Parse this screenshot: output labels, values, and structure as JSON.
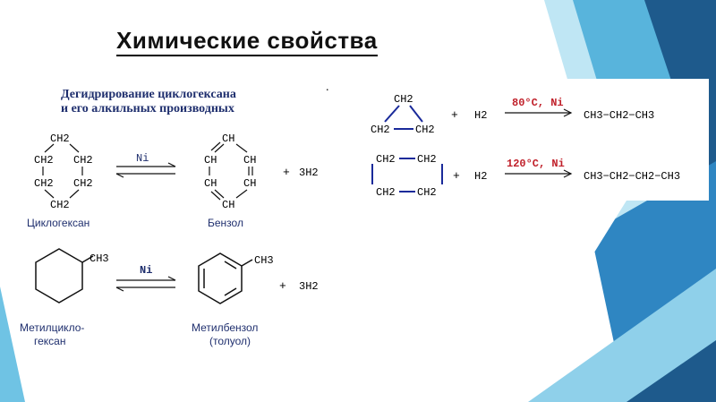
{
  "slide": {
    "title": "Химические свойства",
    "heading_line1": "Дегидрирование циклогексана",
    "heading_line2": "и его алкильных производных",
    "dot": "."
  },
  "cyclohexane": {
    "ch2": "CH2",
    "caption": "Циклогексан"
  },
  "benzene": {
    "ch": "CH",
    "caption": "Бензол"
  },
  "reaction1": {
    "catalyst": "Ni",
    "product_h2": "3H2",
    "plus": "+"
  },
  "methylcyclohexane": {
    "substituent": "CH3",
    "caption_line1": "Метилцикло-",
    "caption_line2": "гексан"
  },
  "methylbenzene": {
    "substituent": "CH3",
    "caption_line1": "Метилбензол",
    "caption_line2": "(толуол)"
  },
  "reaction2": {
    "catalyst": "Ni",
    "product_h2": "3H2",
    "plus": "+"
  },
  "cyclopropane_reaction": {
    "top": "CH2",
    "left": "CH2",
    "right": "CH2",
    "plus": "+",
    "reagent": "H2",
    "conditions": "80°C, Ni",
    "product": "CH3−CH2−CH3"
  },
  "cyclobutane_reaction": {
    "tl": "CH2",
    "tr": "CH2",
    "bl": "CH2",
    "br": "CH2",
    "plus": "+",
    "reagent": "H2",
    "conditions": "120°C, Ni",
    "product": "CH3−CH2−CH2−CH3"
  },
  "colors": {
    "heading": "#1f2f6e",
    "conditions": "#c0202a",
    "bond_blue": "#1a2a9a",
    "deco_dark": "#1e5a8c",
    "deco_mid": "#2f86c2",
    "deco_light": "#8fd0ea"
  }
}
